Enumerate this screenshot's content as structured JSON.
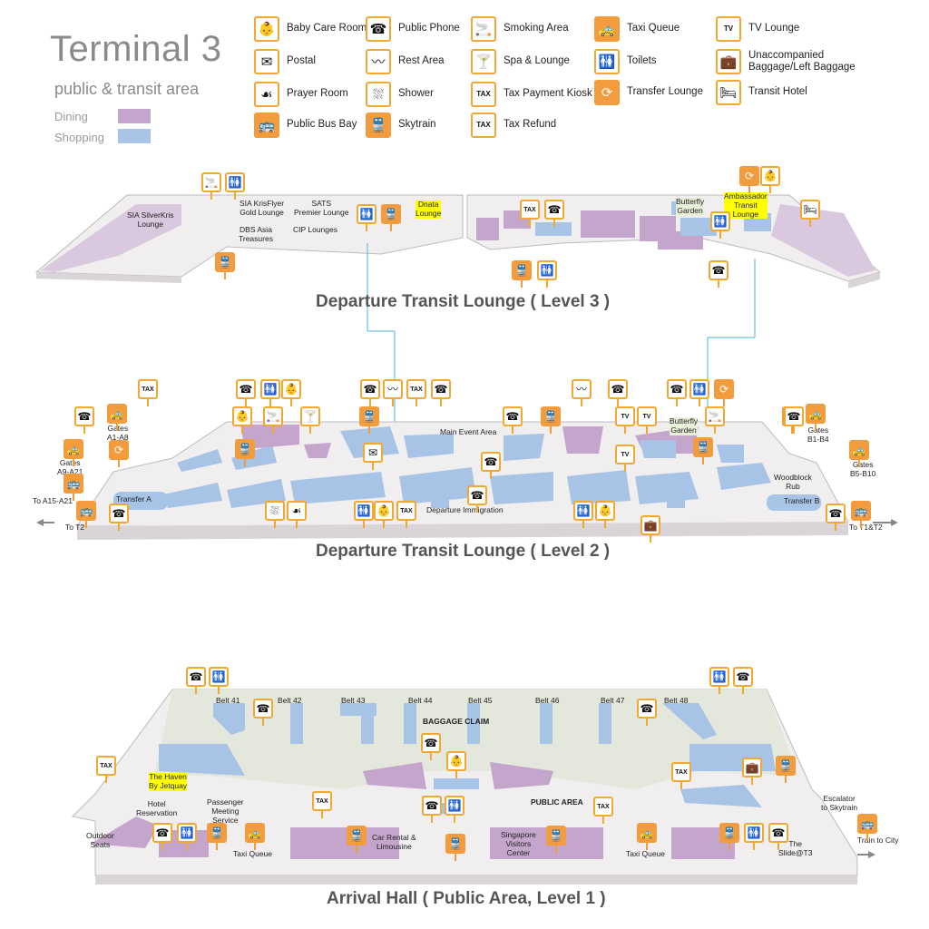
{
  "header": {
    "title": "Terminal 3",
    "subtitle": "public & transit area",
    "categories": [
      {
        "label": "Dining",
        "color": "#c4a6cc"
      },
      {
        "label": "Shopping",
        "color": "#a7c3e6"
      }
    ]
  },
  "legend": [
    {
      "label": "Baby Care Room",
      "icon": "baby-care-icon",
      "glyph": "👶"
    },
    {
      "label": "Postal",
      "icon": "postal-icon",
      "glyph": "✉"
    },
    {
      "label": "Prayer Room",
      "icon": "prayer-room-icon",
      "glyph": "☙"
    },
    {
      "label": "Public Bus Bay",
      "icon": "bus-icon",
      "glyph": "🚌"
    },
    {
      "label": "Public Phone",
      "icon": "phone-icon",
      "glyph": "☎"
    },
    {
      "label": "Rest Area",
      "icon": "rest-area-icon",
      "glyph": "〰"
    },
    {
      "label": "Shower",
      "icon": "shower-icon",
      "glyph": "⛆"
    },
    {
      "label": "Skytrain",
      "icon": "skytrain-icon",
      "glyph": "🚆"
    },
    {
      "label": "Smoking Area",
      "icon": "smoking-icon",
      "glyph": "🚬"
    },
    {
      "label": "Spa & Lounge",
      "icon": "spa-icon",
      "glyph": "🍸"
    },
    {
      "label": "Tax Payment Kiosk",
      "icon": "tax-kiosk-icon",
      "glyph": "TAX"
    },
    {
      "label": "Tax Refund",
      "icon": "tax-refund-icon",
      "glyph": "TAX"
    },
    {
      "label": "Taxi Queue",
      "icon": "taxi-icon",
      "glyph": "🚕"
    },
    {
      "label": "Toilets",
      "icon": "toilets-icon",
      "glyph": "🚻"
    },
    {
      "label": "Transfer Lounge",
      "icon": "transfer-lounge-icon",
      "glyph": "⟳"
    },
    {
      "label": "TV Lounge",
      "icon": "tv-icon",
      "glyph": "TV"
    },
    {
      "label": "Unaccompanied\nBaggage/Left Baggage",
      "icon": "baggage-icon",
      "glyph": "💼"
    },
    {
      "label": "Transit Hotel",
      "icon": "hotel-icon",
      "glyph": "🛏"
    }
  ],
  "levels": {
    "level3": {
      "title": "Departure Transit Lounge ( Level 3 )",
      "labels": [
        "SIA SilverKris\nLounge",
        "SIA KrisFlyer\nGold Lounge",
        "SATS\nPremier Lounge",
        "Dnata\nLounge",
        "DBS Asia\nTreasures",
        "CIP Lounges",
        "Butterfly\nGarden",
        "Ambassador\nTransit\nLounge"
      ]
    },
    "level2": {
      "title": "Departure Transit Lounge ( Level 2 )",
      "labels": [
        "Gates\nA1-A8",
        "Gates\nA9-A21",
        "To A15-A21",
        "To T2",
        "Transfer A",
        "Main Event Area",
        "Departure Immigration",
        "Butterfly\nGarden",
        "Gates\nB1-B4",
        "Gates\nB5-B10",
        "Woodblock\nRub",
        "Transfer B",
        "To T1&T2"
      ]
    },
    "level1": {
      "title": "Arrival Hall ( Public Area, Level 1 )",
      "belts": [
        "Belt 41",
        "Belt 42",
        "Belt 43",
        "Belt 44",
        "Belt 45",
        "Belt 46",
        "Belt 47",
        "Belt 48"
      ],
      "labels": [
        "BAGGAGE CLAIM",
        "The Haven\nBy Jetquay",
        "Hotel\nReservation",
        "Passenger\nMeeting\nService",
        "Outdoor\nSeats",
        "Taxi Queue",
        "Car Rental &\nLimousine",
        "PUBLIC AREA",
        "Singapore\nVisitors\nCenter",
        "Taxi Queue",
        "Escalator\nto Skytrain",
        "Train to City",
        "The\nSlide@T3"
      ]
    }
  }
}
